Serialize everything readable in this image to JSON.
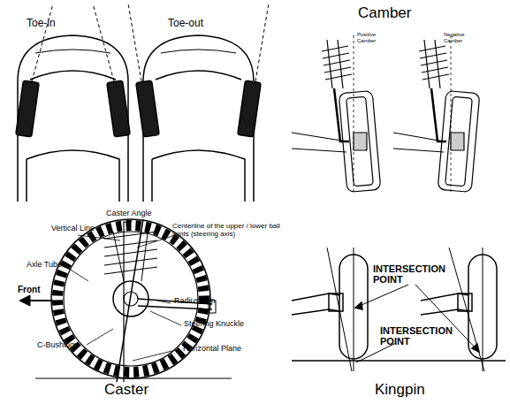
{
  "diagram": {
    "labels": [
      "Toe-in",
      "Toe-out",
      "Camber",
      "Positive Camber",
      "Negative Camber",
      "Caster Angle",
      "Vertical Line",
      "Centerline of the upper / lower ball joints (steering axis)",
      "Axle Tube",
      "Front",
      "Radius Arm",
      "Steering Knuckle",
      "C-Bushings",
      "Horizontal Plane",
      "Caster",
      "INTERSECTION POINT",
      "INTERSECTION POINT",
      "Kingpin"
    ]
  }
}
